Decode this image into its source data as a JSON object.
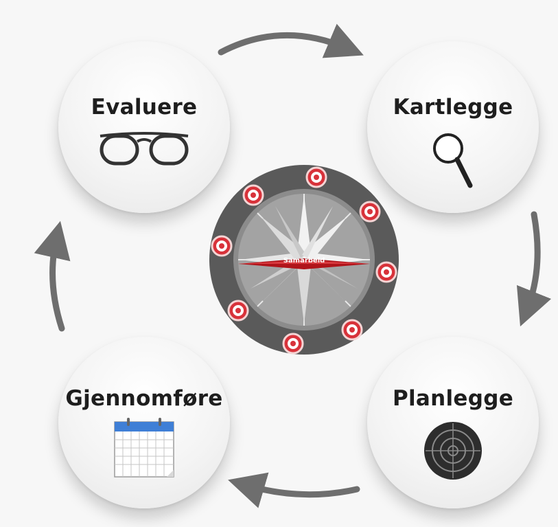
{
  "diagram": {
    "steps": [
      {
        "id": "evaluere",
        "label": "Evaluere",
        "icon": "glasses-icon"
      },
      {
        "id": "kartlegge",
        "label": "Kartlegge",
        "icon": "magnifier-icon"
      },
      {
        "id": "planlegge",
        "label": "Planlegge",
        "icon": "target-icon"
      },
      {
        "id": "gjennomfore",
        "label": "Gjennomføre",
        "icon": "calendar-icon"
      }
    ],
    "center": {
      "label": "Samarbeid",
      "icon": "compass-rose-icon"
    },
    "flow": "clockwise",
    "colors": {
      "arrow": "#6e6e6e",
      "text": "#1e1e1e",
      "compass_ring": "#5a5a5a",
      "needle": "#b0141a",
      "target_marker": "#d8323a",
      "calendar_header": "#3f7fd6"
    }
  }
}
